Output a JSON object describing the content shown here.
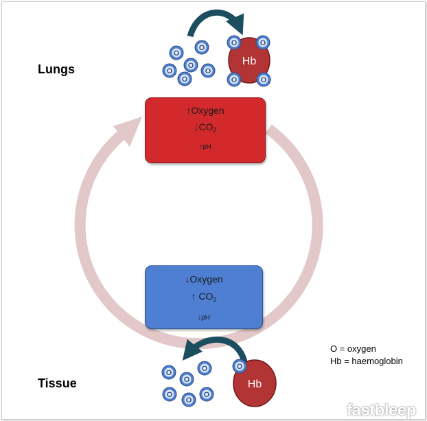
{
  "labels": {
    "lungs": "Lungs",
    "tissue": "Tissue"
  },
  "lungs_box": {
    "line1": "↑Oxygen",
    "line2_prefix": "↓CO",
    "line2_sub": "2",
    "line3": "↑pH"
  },
  "tissue_box": {
    "line1": "↓Oxygen",
    "line2_prefix": "↑ CO",
    "line2_sub": "2",
    "line3": "↓pH"
  },
  "molecule_label": "O",
  "hb_label": "Hb",
  "legend": {
    "oxygen": "O = oxygen",
    "haemoglobin": "Hb = haemoglobin"
  },
  "logo": "fastbleep",
  "colors": {
    "lungs_box": "#d22a2c",
    "tissue_box": "#4f7fd3",
    "hb": "#b33434",
    "oxygen": "#4f7fd3",
    "cycle_ring": "#e2c8c8",
    "curved_arrow": "#1d4e60"
  }
}
